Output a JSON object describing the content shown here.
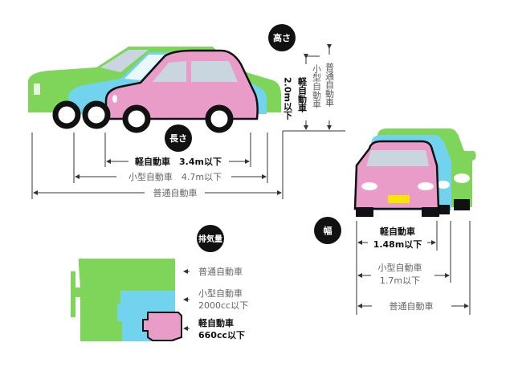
{
  "colors": {
    "standard": "#7fd45a",
    "compact": "#72d3ef",
    "kei": "#ea9cc9",
    "window": "#c9d6df",
    "plate": "#f7e600",
    "outline": "#111111"
  },
  "height": {
    "badge": "高さ",
    "kei_label": "軽自動車",
    "kei_value": "2.0m以下",
    "compact_label": "小型自動車",
    "standard_label": "普通自動車"
  },
  "length": {
    "badge": "長さ",
    "kei": "軽自動車　3.4m以下",
    "compact": "小型自動車　4.7m以下",
    "standard": "普通自動車"
  },
  "width": {
    "badge": "幅",
    "kei_label": "軽自動車",
    "kei_value": "1.48m以下",
    "compact_label": "小型自動車",
    "compact_value": "1.7m以下",
    "standard_label": "普通自動車"
  },
  "displacement": {
    "badge": "排気量",
    "standard_label": "普通自動車",
    "compact_label": "小型自動車",
    "compact_value": "2000cc以下",
    "kei_label": "軽自動車",
    "kei_value": "660cc以下"
  }
}
